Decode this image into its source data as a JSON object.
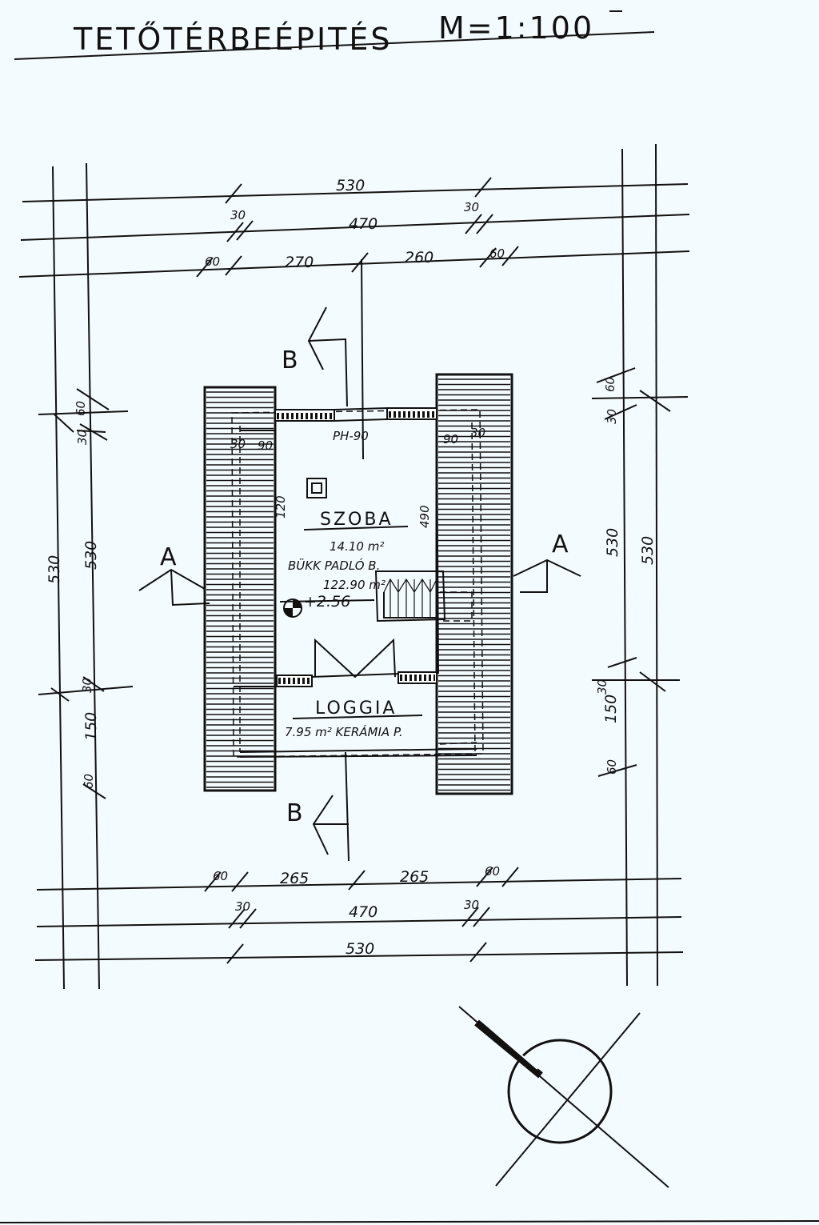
{
  "title": {
    "heading": "TETŐTÉRBEÉPITÉS",
    "scale": "M=1:100"
  },
  "dimensions": {
    "top": {
      "overall": "530",
      "inner": "470",
      "wall_left": "30",
      "wall_right": "30",
      "eave_left": "60",
      "span_left": "270",
      "span_right": "260",
      "eave_right": "60"
    },
    "bottom": {
      "overall": "530",
      "inner": "470",
      "wall_left": "30",
      "wall_right": "30",
      "eave_left": "60",
      "span_left": "265",
      "span_right": "265",
      "eave_right": "60"
    },
    "left": {
      "overall": "530",
      "inner": "530",
      "top_eave": "60",
      "top_wall": "30",
      "mid_wall": "30",
      "loggia": "150",
      "bottom_eave": "60"
    },
    "right": {
      "overall": "530",
      "inner": "530",
      "top_eave": "60",
      "top_wall": "30",
      "mid_wall": "30",
      "loggia": "150",
      "bottom_eave": "60"
    },
    "inner": {
      "left_small": "90",
      "right_small": "90",
      "right_wall": "30",
      "left_wall": "30",
      "left_h": "120",
      "right_h": "490",
      "door": "PH-90"
    }
  },
  "rooms": {
    "szoba_name": "SZOBA",
    "szoba_area": "14.10 m²",
    "szoba_floor": "BÜKK PADLÓ B.",
    "szoba_note2": "122.90 m²",
    "level": "+2.56",
    "loggia_name": "LOGGIA",
    "loggia_area": "7.95 m² KERÁMIA P."
  },
  "sections": {
    "a_left": "A",
    "a_right": "A",
    "b_top": "B",
    "b_bottom": "B"
  }
}
